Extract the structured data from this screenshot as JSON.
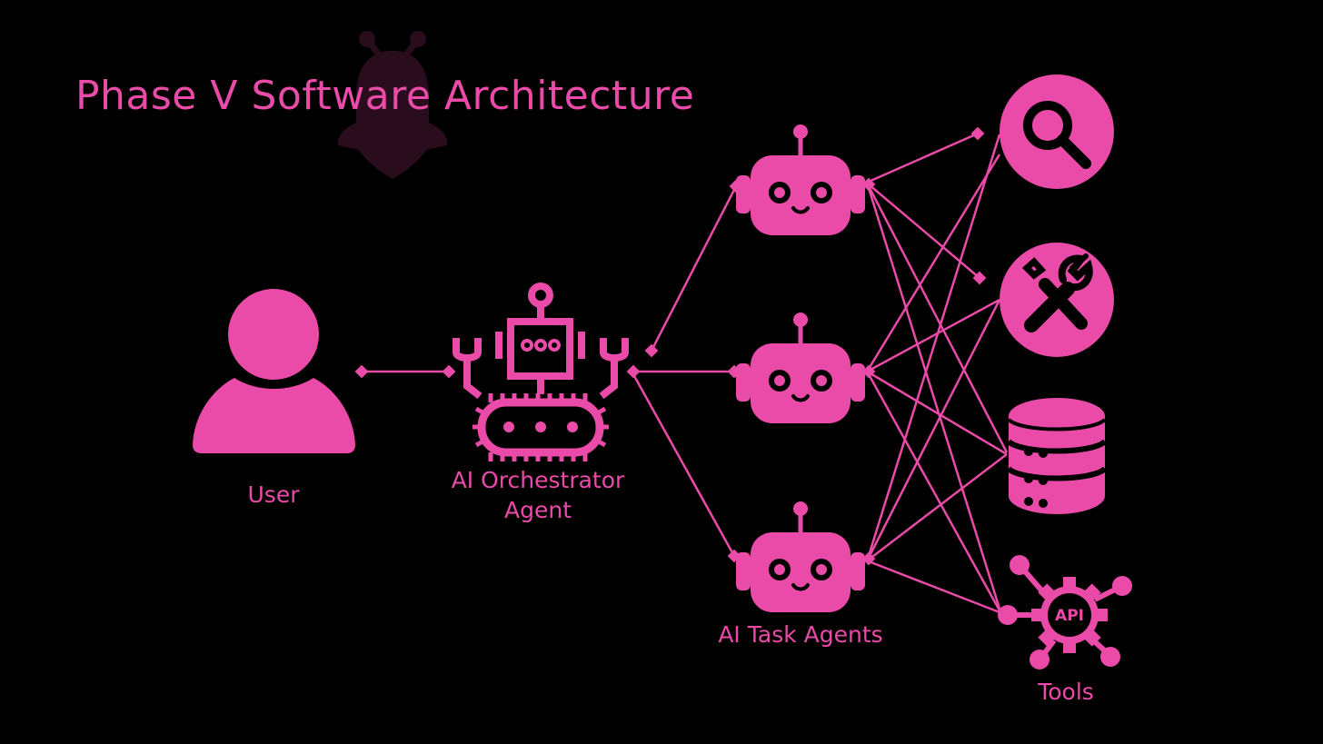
{
  "title": "Phase V Software Architecture",
  "labels": {
    "user": "User",
    "orchestrator_line1": "AI Orchestrator",
    "orchestrator_line2": "Agent",
    "task_agents": "AI Task Agents",
    "tools": "Tools"
  },
  "nodes": {
    "user": {
      "icon": "user-icon"
    },
    "orchestrator": {
      "icon": "robot-orchestrator-icon"
    },
    "task_agents": [
      {
        "icon": "robot-head-icon"
      },
      {
        "icon": "robot-head-icon"
      },
      {
        "icon": "robot-head-icon"
      }
    ],
    "tools": [
      {
        "icon": "search-icon"
      },
      {
        "icon": "wrench-screwdriver-icon"
      },
      {
        "icon": "database-icon"
      },
      {
        "icon": "api-gear-icon",
        "text": "API"
      }
    ]
  },
  "colors": {
    "accent": "#ea4aa8",
    "background": "#000000",
    "watermark": "#2a0d1c"
  }
}
